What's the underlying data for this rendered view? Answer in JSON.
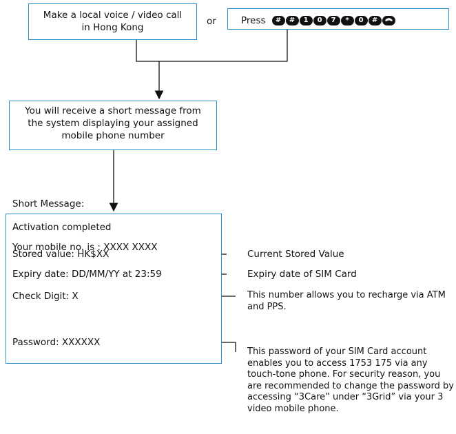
{
  "top_left_box": {
    "line1": "Make a local voice / video call",
    "line2": "in Hong Kong"
  },
  "or_label": "or",
  "press_box": {
    "label": "Press",
    "keys": [
      "#",
      "#",
      "1",
      "0",
      "7",
      "*",
      "0",
      "#",
      "call"
    ]
  },
  "message_box": {
    "line1": "You will receive a short message from",
    "line2": "the system displaying your assigned",
    "line3": "mobile phone number"
  },
  "short_message_label": "Short Message:",
  "sms": {
    "line1": "Activation completed",
    "line2": "Your mobile no. is : XXXX XXXX",
    "line3": "Stored value: HK$XX",
    "line4": "Expiry date: DD/MM/YY at 23:59",
    "line5": "Check Digit: X",
    "line6": "Password: XXXXXX"
  },
  "notes": {
    "stored_value": "Current Stored Value",
    "expiry": "Expiry date of SIM Card",
    "check_digit": "This number allows you to recharge via ATM and PPS.",
    "password": "This password of your SIM Card account enables you to access 1753 175 via any touch-tone phone. For security reason, you are recommended to change the password by accessing “3Care” under “3Grid” via your 3 video mobile phone."
  },
  "colors": {
    "box_border": "#2a8fd0",
    "line": "#111111"
  }
}
